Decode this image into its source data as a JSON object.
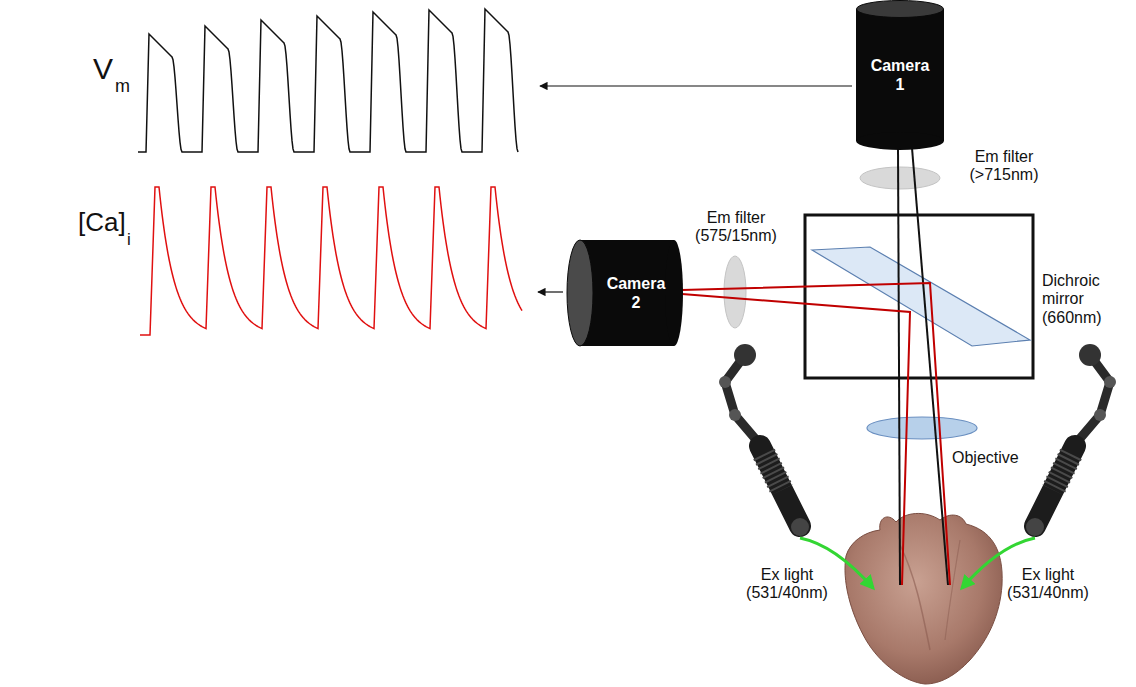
{
  "diagram": {
    "nodes": [
      {
        "text": [
          "Camera 1"
        ]
      },
      {
        "text": [
          "Camera 2"
        ]
      }
    ],
    "labels": [
      "V",
      "m",
      "[Ca]",
      "i",
      "Em filter (575/15nm)",
      "Em filter (>715nm)",
      "Dichroic mirror (660nm)",
      "Objective",
      "Ex light (531/40nm)",
      "Ex light (531/40nm)"
    ]
  }
}
